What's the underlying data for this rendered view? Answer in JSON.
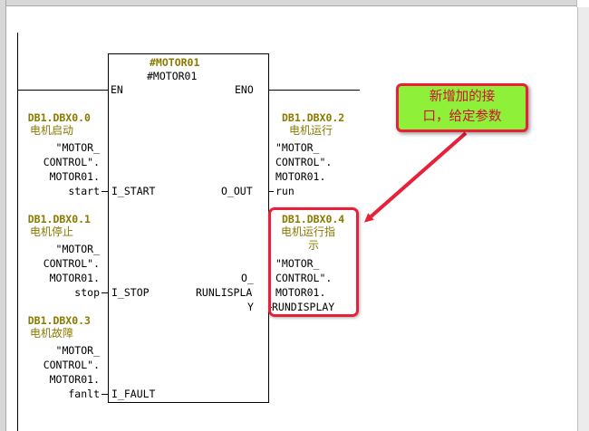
{
  "block": {
    "title": "#MOTOR01",
    "name": "#MOTOR01",
    "en": "EN",
    "eno": "ENO",
    "pins": {
      "i_start": "I_START",
      "i_stop": "I_STOP",
      "i_fault": "I_FAULT",
      "o_out": "O_OUT",
      "o_display_1": "O_",
      "o_display_2": "RUNLISPLA",
      "o_display_3": "Y"
    }
  },
  "inputs": [
    {
      "address": "DB1.DBX0.0",
      "comment": "电机启动",
      "sym1": "\"MOTOR_",
      "sym2": "CONTROL\".",
      "sym3": "MOTOR01.",
      "sym4": "start"
    },
    {
      "address": "DB1.DBX0.1",
      "comment": "电机停止",
      "sym1": "\"MOTOR_",
      "sym2": "CONTROL\".",
      "sym3": "MOTOR01.",
      "sym4": "stop"
    },
    {
      "address": "DB1.DBX0.3",
      "comment": "电机故障",
      "sym1": "\"MOTOR_",
      "sym2": "CONTROL\".",
      "sym3": "MOTOR01.",
      "sym4": "fanlt"
    }
  ],
  "outputs": [
    {
      "address": "DB1.DBX0.2",
      "comment": "电机运行",
      "sym1": "\"MOTOR_",
      "sym2": "CONTROL\".",
      "sym3": "MOTOR01.",
      "sym4": "run"
    },
    {
      "address": "DB1.DBX0.4",
      "comment1": "电机运行指",
      "comment2": "示",
      "sym1": "\"MOTOR_",
      "sym2": "CONTROL\".",
      "sym3": "MOTOR01.",
      "sym4": "RUNDISPLAY"
    }
  ],
  "callout": {
    "line1": "新增加的接",
    "line2": "口，给定参数"
  },
  "colors": {
    "address": "#8a7a00",
    "highlight": "#e8203a",
    "callout_bg": "#8ff03a"
  }
}
